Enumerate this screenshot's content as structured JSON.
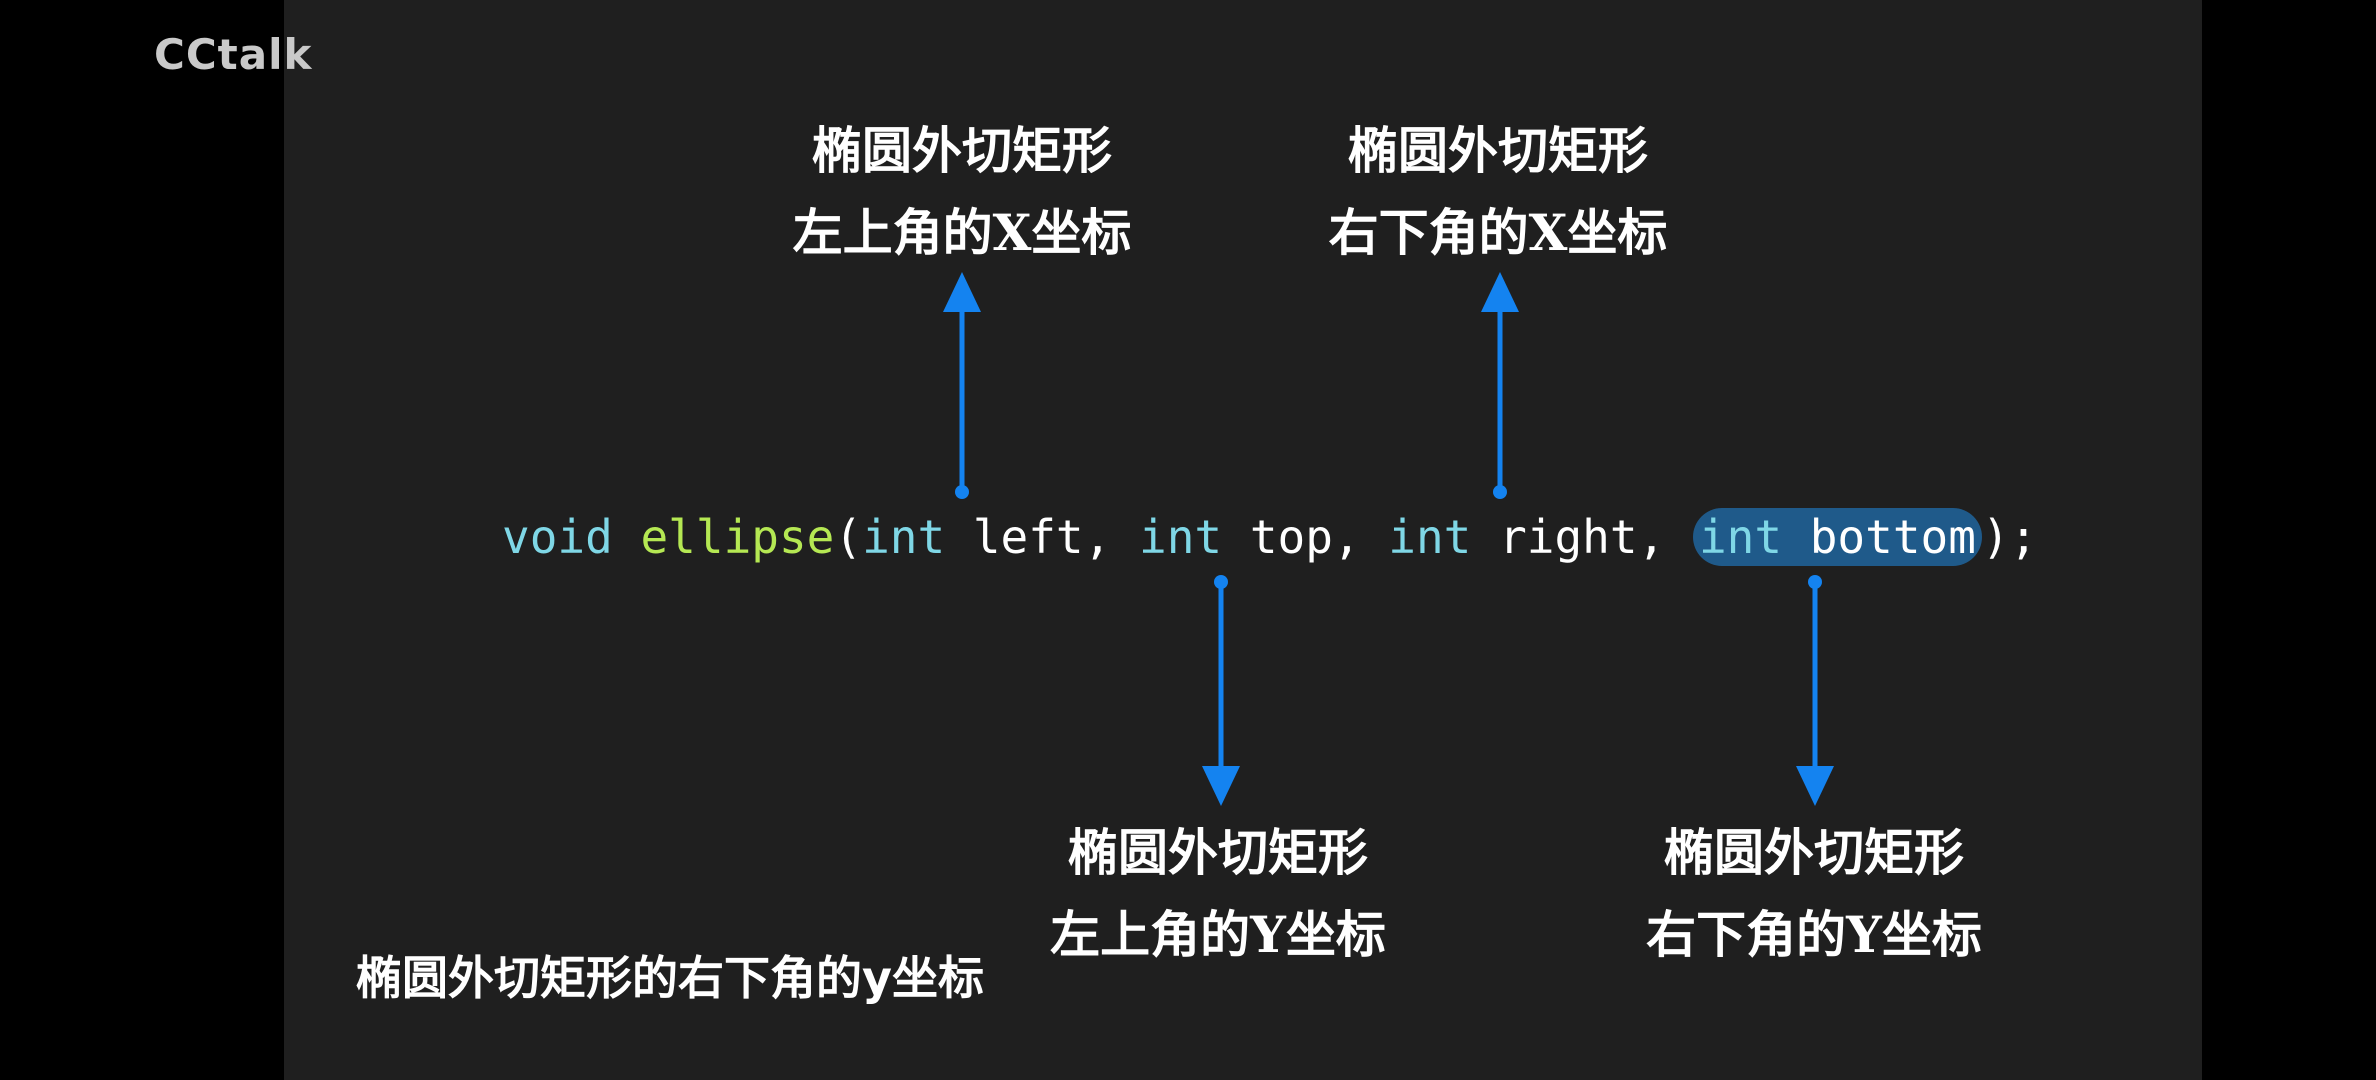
{
  "watermark": "CCtalk",
  "code": {
    "t1": "void",
    "t2": " ",
    "t3": "ellipse",
    "t4": "(",
    "t5": "int",
    "t6": " left, ",
    "t7": "int",
    "t8": " top, ",
    "t9": "int",
    "t10": " right, ",
    "t11": "int",
    "t12": " bottom",
    "t13": ");"
  },
  "labels": {
    "left": {
      "line1": "椭圆外切矩形",
      "line2": "左上角的X坐标"
    },
    "right": {
      "line1": "椭圆外切矩形",
      "line2": "右下角的X坐标"
    },
    "top": {
      "line1": "椭圆外切矩形",
      "line2": "左上角的Y坐标"
    },
    "bottom": {
      "line1": "椭圆外切矩形",
      "line2": "右下角的Y坐标"
    }
  },
  "subtitle": "椭圆外切矩形的右下角的y坐标",
  "colors": {
    "arrow": "#1483f0",
    "keyword": "#7fd7e6",
    "function": "#b5e853",
    "highlight": "#1f5a8a"
  }
}
